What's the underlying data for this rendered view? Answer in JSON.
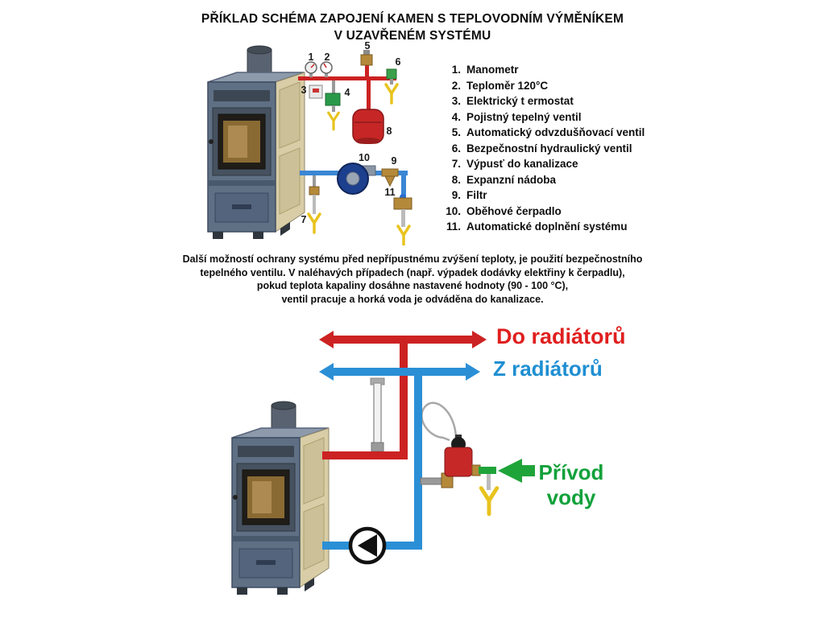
{
  "title": {
    "line1": "PŘÍKLAD SCHÉMA ZAPOJENÍ KAMEN S TEPLOVODNÍM VÝMĚNÍKEM",
    "line2": "V UZAVŘENÉM SYSTÉMU"
  },
  "legend": {
    "items": [
      {
        "num": "1.",
        "label": "Manometr"
      },
      {
        "num": "2.",
        "label": "Teploměr 120°C"
      },
      {
        "num": "3.",
        "label": "Elektrický t ermostat"
      },
      {
        "num": "4.",
        "label": "Pojistný tepelný ventil"
      },
      {
        "num": "5.",
        "label": "Automatický odvzdušňovací ventil"
      },
      {
        "num": "6.",
        "label": "Bezpečnostní hydraulický ventil"
      },
      {
        "num": "7.",
        "label": "Výpusť do kanalizace"
      },
      {
        "num": "8.",
        "label": "Expanzní nádoba"
      },
      {
        "num": "9.",
        "label": "Filtr"
      },
      {
        "num": "10.",
        "label": "Oběhové čerpadlo"
      },
      {
        "num": "11.",
        "label": "Automatické doplnění systému"
      }
    ]
  },
  "schematic": {
    "numbers": [
      "1",
      "2",
      "3",
      "4",
      "5",
      "6",
      "7",
      "8",
      "9",
      "10",
      "11"
    ]
  },
  "note": {
    "lines": [
      "Další možností ochrany systému před nepřípustnému zvýšení teploty, je použití bezpečnostního",
      "tepelného ventilu. V naléhavých případech (např. výpadek dodávky elektřiny k čerpadlu),",
      "pokud teplota kapaliny dosáhne nastavené hodnoty (90 - 100 °C),",
      "ventil pracuje a horká voda je odváděna do kanalizace."
    ]
  },
  "flow": {
    "to_radiators": "Do radiátorů",
    "from_radiators": "Z radiátorů",
    "supply_line1": "Přívod",
    "supply_line2": "vody"
  },
  "colors": {
    "hot": "#cc2222",
    "cold": "#2b8fd6",
    "supply": "#1fa43a",
    "drain_yellow": "#e8c31d"
  }
}
